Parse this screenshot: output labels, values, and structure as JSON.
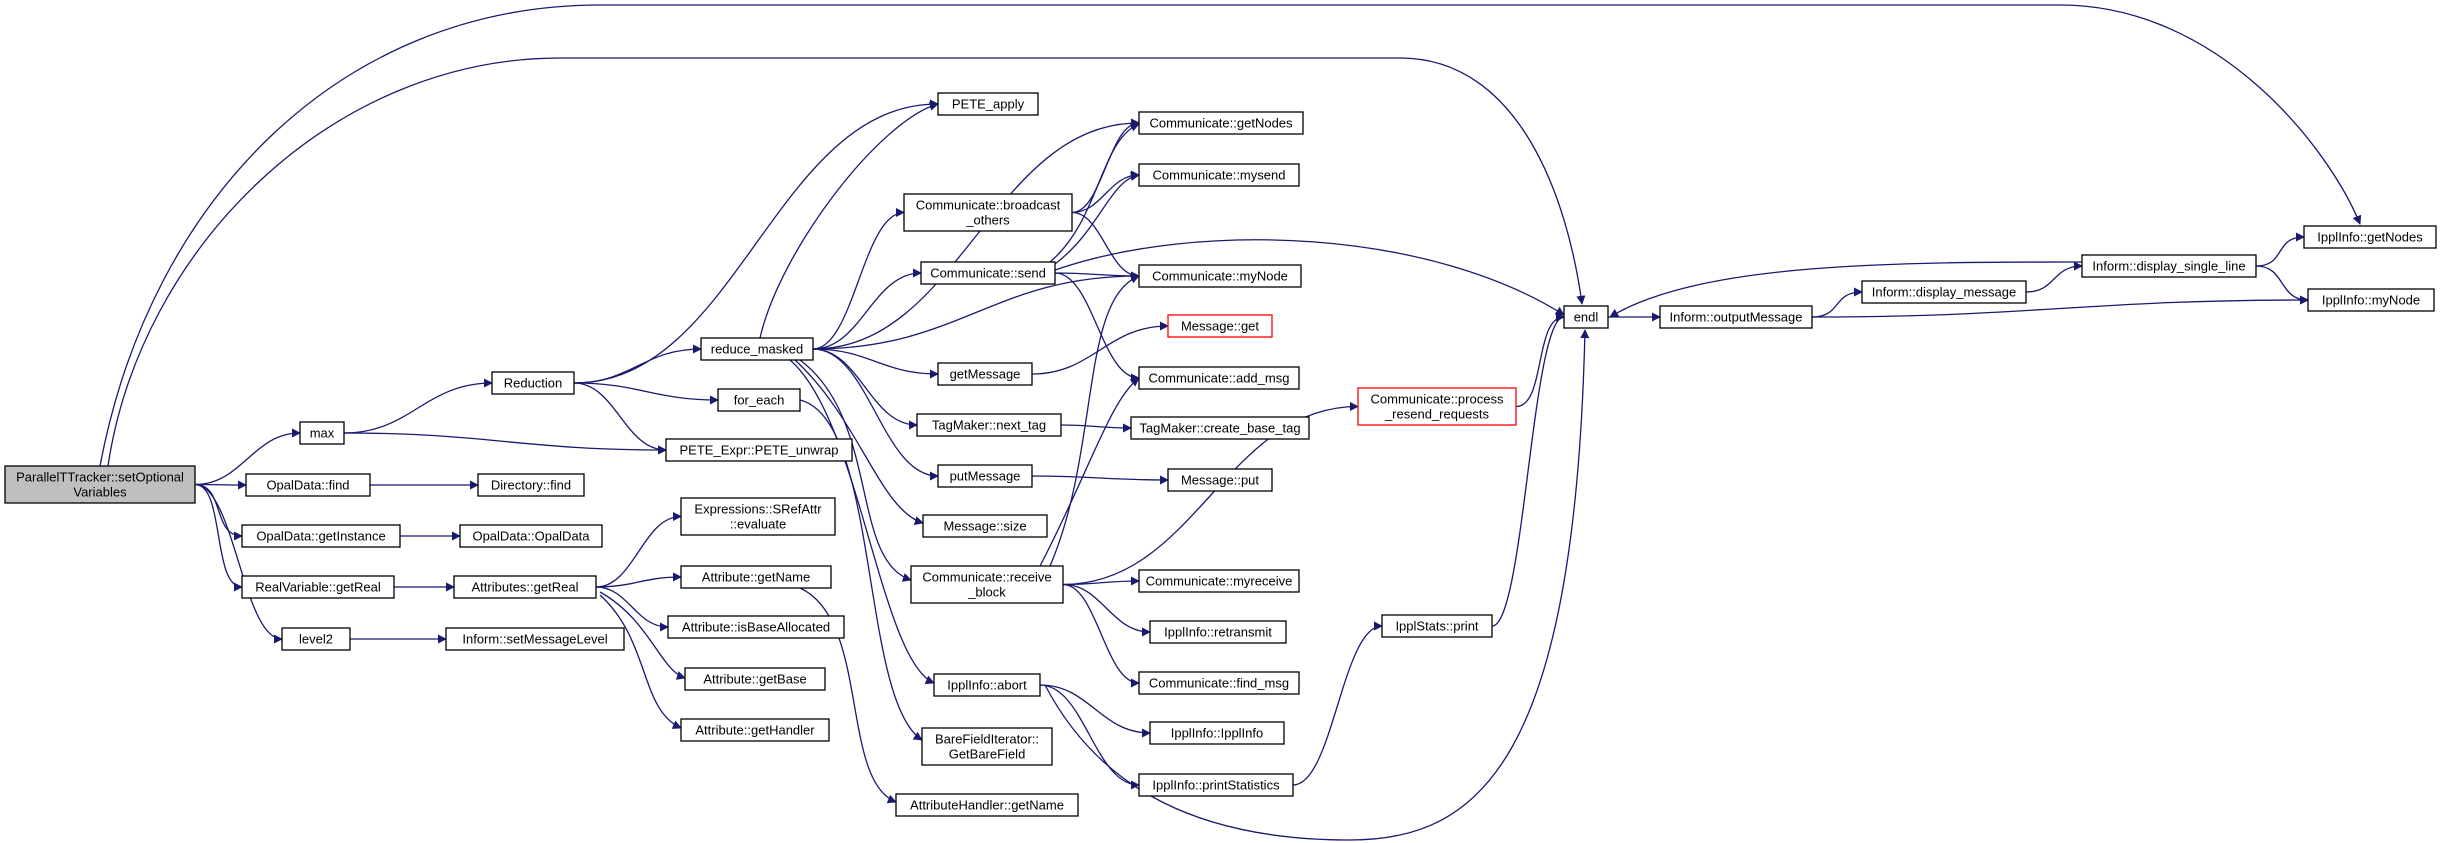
{
  "graph": {
    "colors": {
      "edge": "#191970",
      "node_border": "#000000",
      "root_fill": "#bfbfbf",
      "truncated_border": "#ff0000"
    },
    "nodes": {
      "root": {
        "lines": [
          "ParallelTTracker::setOptional",
          "Variables"
        ],
        "root": true
      },
      "max": {
        "lines": [
          "max"
        ]
      },
      "opaldata_find": {
        "lines": [
          "OpalData::find"
        ]
      },
      "opaldata_getinstance": {
        "lines": [
          "OpalData::getInstance"
        ]
      },
      "realvariable_getreal": {
        "lines": [
          "RealVariable::getReal"
        ]
      },
      "level2": {
        "lines": [
          "level2"
        ]
      },
      "reduction": {
        "lines": [
          "Reduction"
        ]
      },
      "directory_find": {
        "lines": [
          "Directory::find"
        ]
      },
      "opaldata_ctor": {
        "lines": [
          "OpalData::OpalData"
        ]
      },
      "attributes_getreal": {
        "lines": [
          "Attributes::getReal"
        ]
      },
      "inform_setmessagelevel": {
        "lines": [
          "Inform::setMessageLevel"
        ]
      },
      "reduce_masked": {
        "lines": [
          "reduce_masked"
        ]
      },
      "for_each": {
        "lines": [
          "for_each"
        ]
      },
      "pete_unwrap": {
        "lines": [
          "PETE_Expr::PETE_unwrap"
        ]
      },
      "srefattr_evaluate": {
        "lines": [
          "Expressions::SRefAttr",
          "::evaluate"
        ]
      },
      "attribute_getname": {
        "lines": [
          "Attribute::getName"
        ]
      },
      "attribute_isbaseallocated": {
        "lines": [
          "Attribute::isBaseAllocated"
        ]
      },
      "attribute_getbase": {
        "lines": [
          "Attribute::getBase"
        ]
      },
      "attribute_gethandler": {
        "lines": [
          "Attribute::getHandler"
        ]
      },
      "pete_apply": {
        "lines": [
          "PETE_apply"
        ]
      },
      "comm_broadcast_others": {
        "lines": [
          "Communicate::broadcast",
          "_others"
        ]
      },
      "comm_send": {
        "lines": [
          "Communicate::send"
        ]
      },
      "getmessage": {
        "lines": [
          "getMessage"
        ]
      },
      "tagmaker_next_tag": {
        "lines": [
          "TagMaker::next_tag"
        ]
      },
      "putmessage": {
        "lines": [
          "putMessage"
        ]
      },
      "message_size": {
        "lines": [
          "Message::size"
        ]
      },
      "comm_receive_block": {
        "lines": [
          "Communicate::receive",
          "_block"
        ]
      },
      "ipplinfo_abort": {
        "lines": [
          "IpplInfo::abort"
        ]
      },
      "barefielditerator": {
        "lines": [
          "BareFieldIterator::",
          "GetBareField"
        ]
      },
      "attributehandler_getname": {
        "lines": [
          "AttributeHandler::getName"
        ]
      },
      "comm_getnodes": {
        "lines": [
          "Communicate::getNodes"
        ]
      },
      "comm_mysend": {
        "lines": [
          "Communicate::mysend"
        ]
      },
      "comm_mynode": {
        "lines": [
          "Communicate::myNode"
        ]
      },
      "message_get": {
        "lines": [
          "Message::get"
        ],
        "truncated": true
      },
      "comm_add_msg": {
        "lines": [
          "Communicate::add_msg"
        ]
      },
      "tagmaker_create_base_tag": {
        "lines": [
          "TagMaker::create_base_tag"
        ]
      },
      "message_put": {
        "lines": [
          "Message::put"
        ]
      },
      "comm_myreceive": {
        "lines": [
          "Communicate::myreceive"
        ]
      },
      "ipplinfo_retransmit": {
        "lines": [
          "IpplInfo::retransmit"
        ]
      },
      "comm_find_msg": {
        "lines": [
          "Communicate::find_msg"
        ]
      },
      "ipplinfo_ctor": {
        "lines": [
          "IpplInfo::IpplInfo"
        ]
      },
      "ipplinfo_printstatistics": {
        "lines": [
          "IpplInfo::printStatistics"
        ]
      },
      "comm_process_resend": {
        "lines": [
          "Communicate::process",
          "_resend_requests"
        ],
        "truncated": true
      },
      "ipplstats_print": {
        "lines": [
          "IpplStats::print"
        ]
      },
      "endl": {
        "lines": [
          "endl"
        ]
      },
      "inform_outputmessage": {
        "lines": [
          "Inform::outputMessage"
        ]
      },
      "inform_display_message": {
        "lines": [
          "Inform::display_message"
        ]
      },
      "inform_display_single_line": {
        "lines": [
          "Inform::display_single_line"
        ]
      },
      "ipplinfo_getnodes": {
        "lines": [
          "IpplInfo::getNodes"
        ]
      },
      "ipplinfo_mynode": {
        "lines": [
          "IpplInfo::myNode"
        ]
      }
    },
    "edges": [
      [
        "root",
        "max"
      ],
      [
        "root",
        "opaldata_find"
      ],
      [
        "root",
        "opaldata_getinstance"
      ],
      [
        "root",
        "realvariable_getreal"
      ],
      [
        "root",
        "level2"
      ],
      [
        "root",
        "endl"
      ],
      [
        "root",
        "ipplinfo_getnodes"
      ],
      [
        "max",
        "reduction"
      ],
      [
        "max",
        "pete_unwrap"
      ],
      [
        "opaldata_find",
        "directory_find"
      ],
      [
        "opaldata_getinstance",
        "opaldata_ctor"
      ],
      [
        "realvariable_getreal",
        "attributes_getreal"
      ],
      [
        "level2",
        "inform_setmessagelevel"
      ],
      [
        "reduction",
        "pete_apply"
      ],
      [
        "reduction",
        "reduce_masked"
      ],
      [
        "reduction",
        "for_each"
      ],
      [
        "reduction",
        "pete_unwrap"
      ],
      [
        "attributes_getreal",
        "srefattr_evaluate"
      ],
      [
        "attributes_getreal",
        "attribute_getname"
      ],
      [
        "attributes_getreal",
        "attribute_isbaseallocated"
      ],
      [
        "attributes_getreal",
        "attribute_getbase"
      ],
      [
        "attributes_getreal",
        "attribute_gethandler"
      ],
      [
        "attribute_getname",
        "attributehandler_getname"
      ],
      [
        "reduce_masked",
        "pete_apply"
      ],
      [
        "reduce_masked",
        "comm_getnodes"
      ],
      [
        "reduce_masked",
        "comm_broadcast_others"
      ],
      [
        "reduce_masked",
        "comm_send"
      ],
      [
        "reduce_masked",
        "comm_mynode"
      ],
      [
        "reduce_masked",
        "getmessage"
      ],
      [
        "reduce_masked",
        "tagmaker_next_tag"
      ],
      [
        "reduce_masked",
        "putmessage"
      ],
      [
        "reduce_masked",
        "message_size"
      ],
      [
        "reduce_masked",
        "comm_receive_block"
      ],
      [
        "reduce_masked",
        "ipplinfo_abort"
      ],
      [
        "for_each",
        "barefielditerator"
      ],
      [
        "comm_broadcast_others",
        "comm_getnodes"
      ],
      [
        "comm_broadcast_others",
        "comm_mysend"
      ],
      [
        "comm_broadcast_others",
        "comm_mynode"
      ],
      [
        "comm_send",
        "comm_getnodes"
      ],
      [
        "comm_send",
        "comm_mysend"
      ],
      [
        "comm_send",
        "comm_mynode"
      ],
      [
        "comm_send",
        "comm_add_msg"
      ],
      [
        "comm_send",
        "endl"
      ],
      [
        "getmessage",
        "message_get"
      ],
      [
        "tagmaker_next_tag",
        "tagmaker_create_base_tag"
      ],
      [
        "putmessage",
        "message_put"
      ],
      [
        "comm_receive_block",
        "comm_mynode"
      ],
      [
        "comm_receive_block",
        "comm_add_msg"
      ],
      [
        "comm_receive_block",
        "comm_myreceive"
      ],
      [
        "comm_receive_block",
        "ipplinfo_retransmit"
      ],
      [
        "comm_receive_block",
        "comm_find_msg"
      ],
      [
        "comm_receive_block",
        "comm_process_resend"
      ],
      [
        "ipplinfo_abort",
        "ipplinfo_ctor"
      ],
      [
        "ipplinfo_abort",
        "ipplinfo_printstatistics"
      ],
      [
        "ipplinfo_abort",
        "endl"
      ],
      [
        "ipplinfo_printstatistics",
        "ipplstats_print"
      ],
      [
        "comm_process_resend",
        "endl"
      ],
      [
        "ipplstats_print",
        "endl"
      ],
      [
        "endl",
        "inform_outputmessage"
      ],
      [
        "inform_outputmessage",
        "inform_display_message"
      ],
      [
        "inform_outputmessage",
        "ipplinfo_mynode"
      ],
      [
        "inform_display_message",
        "inform_display_single_line"
      ],
      [
        "inform_display_single_line",
        "endl"
      ],
      [
        "inform_display_single_line",
        "ipplinfo_getnodes"
      ],
      [
        "inform_display_single_line",
        "ipplinfo_mynode"
      ]
    ]
  }
}
